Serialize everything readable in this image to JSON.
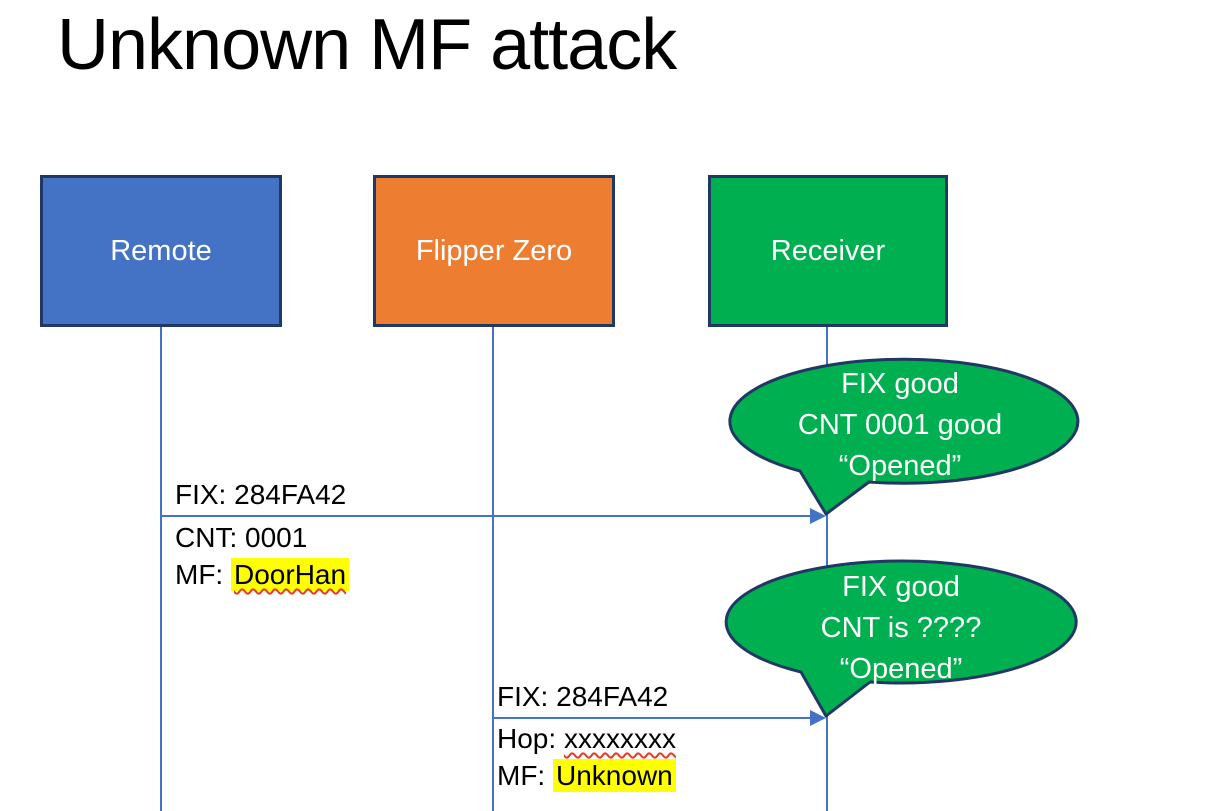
{
  "title": "Unknown MF attack",
  "colors": {
    "remote_fill": "#4472C4",
    "flipper_fill": "#ED7D31",
    "receiver_fill": "#00B050",
    "bubble_fill": "#00B050",
    "shape_border": "#1F3864",
    "connector": "#4472C4",
    "highlight": "#FFFF00",
    "spellcheck": "#E8392B",
    "label_text": "#000000",
    "bubble_text": "#FFFFFF"
  },
  "actors": [
    {
      "label": "Remote"
    },
    {
      "label": "Flipper Zero"
    },
    {
      "label": "Receiver"
    }
  ],
  "messages": [
    {
      "from": "Remote",
      "to": "Receiver",
      "fix": "FIX: 284FA42",
      "cnt": "CNT: 0001",
      "mf_prefix": "MF: ",
      "mf_value": "DoorHan"
    },
    {
      "from": "Flipper Zero",
      "to": "Receiver",
      "fix": "FIX: 284FA42",
      "hop_prefix": "Hop: ",
      "hop_value": "xxxxxxxx",
      "mf_prefix": "MF: ",
      "mf_value": "Unknown"
    }
  ],
  "bubbles": [
    {
      "line1": "FIX good",
      "line2": "CNT 0001 good",
      "line3": "“Opened”"
    },
    {
      "line1": "FIX good",
      "line2": "CNT is ????",
      "line3": "“Opened”"
    }
  ]
}
